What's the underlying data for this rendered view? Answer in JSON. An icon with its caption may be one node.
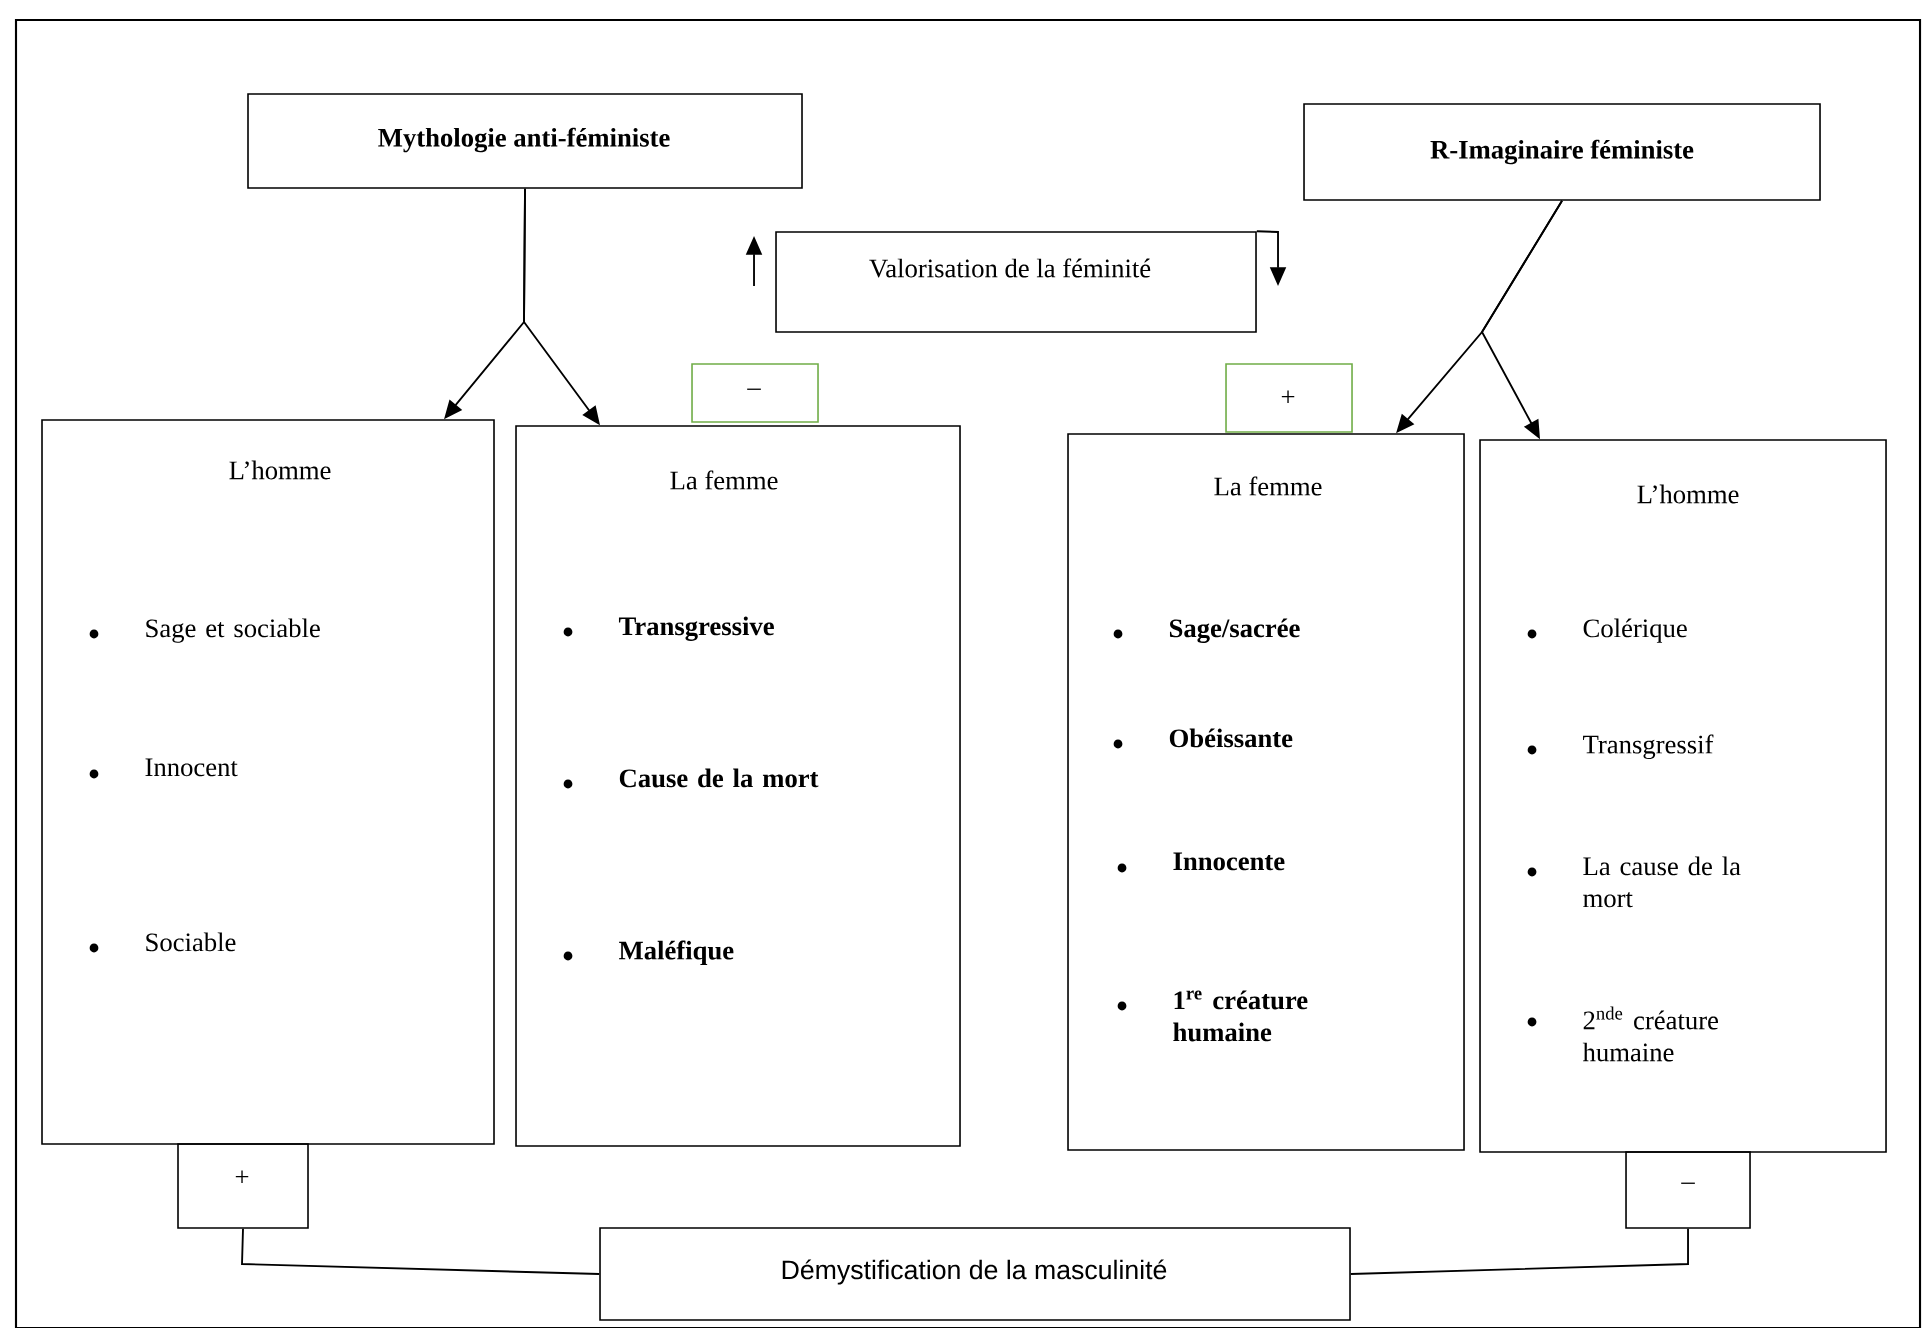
{
  "diagram": {
    "nodes": [
      {
        "text": [
          "Mythologie anti-féministe"
        ]
      },
      {
        "text": [
          "R-Imaginaire féministe"
        ]
      },
      {
        "text": [
          "Valorisation de la féminité"
        ]
      },
      {
        "text": [
          "–"
        ]
      },
      {
        "text": [
          "+"
        ]
      },
      {
        "text": [
          "L’homme",
          "Sage et sociable",
          "Innocent",
          "Sociable"
        ]
      },
      {
        "text": [
          "La femme",
          "Transgressive",
          "Cause de la mort",
          "Maléfique"
        ]
      },
      {
        "text": [
          "La femme",
          "Sage/sacrée",
          "Obéissante",
          "Innocente",
          "1$^{re}$ créature humaine"
        ]
      },
      {
        "text": [
          "L’homme",
          "Colérique",
          "Transgressif",
          "La cause de la mort",
          "2$^{nde}$ créature humaine"
        ]
      },
      {
        "text": [
          "+"
        ]
      },
      {
        "text": [
          "–"
        ]
      },
      {
        "text": [
          "Démystification de la masculinité"
        ]
      }
    ],
    "edges": [
      {
        "from": 0,
        "to": 5,
        "arrow": "to"
      },
      {
        "from": 0,
        "to": 6,
        "arrow": "to"
      },
      {
        "from": 1,
        "to": 7,
        "arrow": "to"
      },
      {
        "from": 1,
        "to": 8,
        "arrow": "to"
      },
      {
        "from": 2,
        "to": null,
        "arrow": "to"
      },
      {
        "from": 9,
        "to": 11,
        "arrow": "none"
      },
      {
        "from": 10,
        "to": 11,
        "arrow": "none"
      }
    ]
  }
}
